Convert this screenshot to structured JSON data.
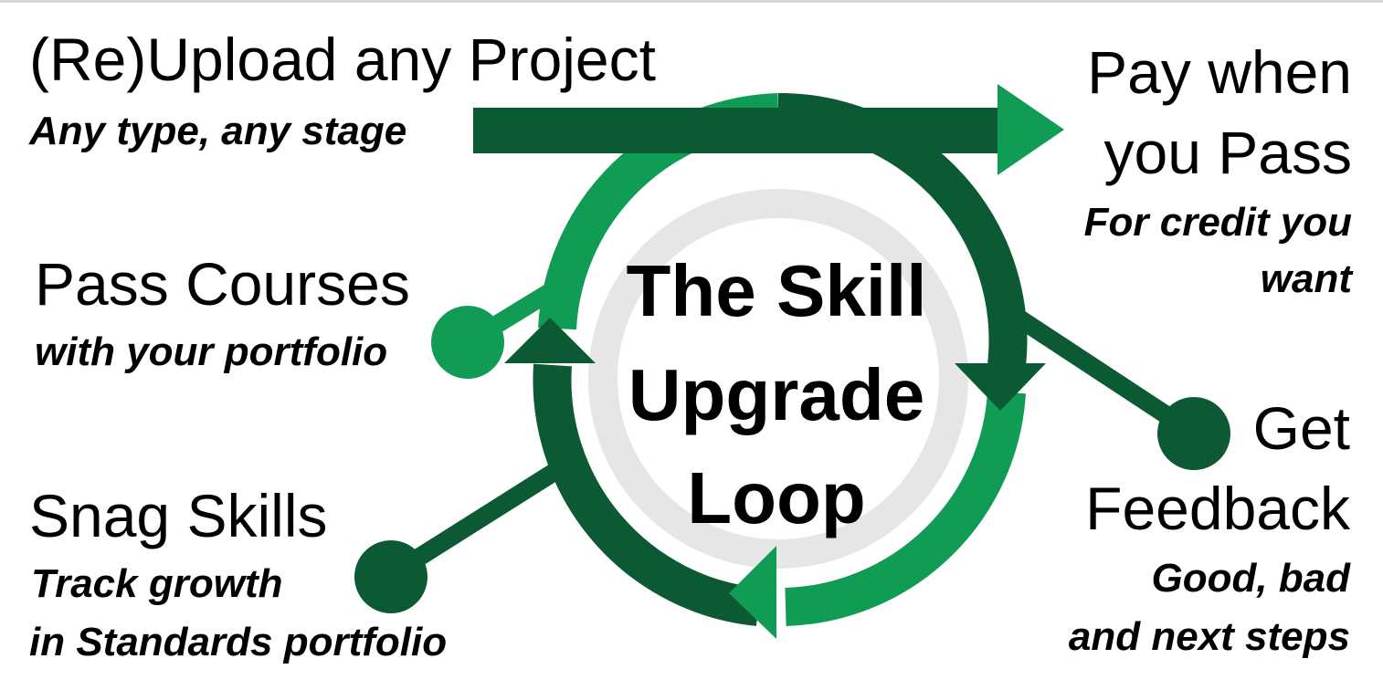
{
  "title": {
    "line1": "The Skill",
    "line2": "Upgrade",
    "line3": "Loop"
  },
  "steps": {
    "upload": {
      "title": "(Re)Upload any Project",
      "subtitle": "Any type, any stage"
    },
    "pay": {
      "title_line1": "Pay when",
      "title_line2": "you Pass",
      "subtitle_line1": "For credit you",
      "subtitle_line2": "want"
    },
    "feedback": {
      "title_line1": "Get",
      "title_line2": "Feedback",
      "subtitle_line1": "Good, bad",
      "subtitle_line2": "and next steps"
    },
    "skills": {
      "title": "Snag Skills",
      "subtitle_line1": "Track growth",
      "subtitle_line2": "in Standards portfolio"
    },
    "courses": {
      "title": "Pass Courses",
      "subtitle": "with your portfolio"
    }
  },
  "colors": {
    "dark_green": "#0b5a33",
    "mid_green": "#0d8a4a",
    "light_green": "#109c55",
    "inner_ring": "#e6e6e6"
  }
}
